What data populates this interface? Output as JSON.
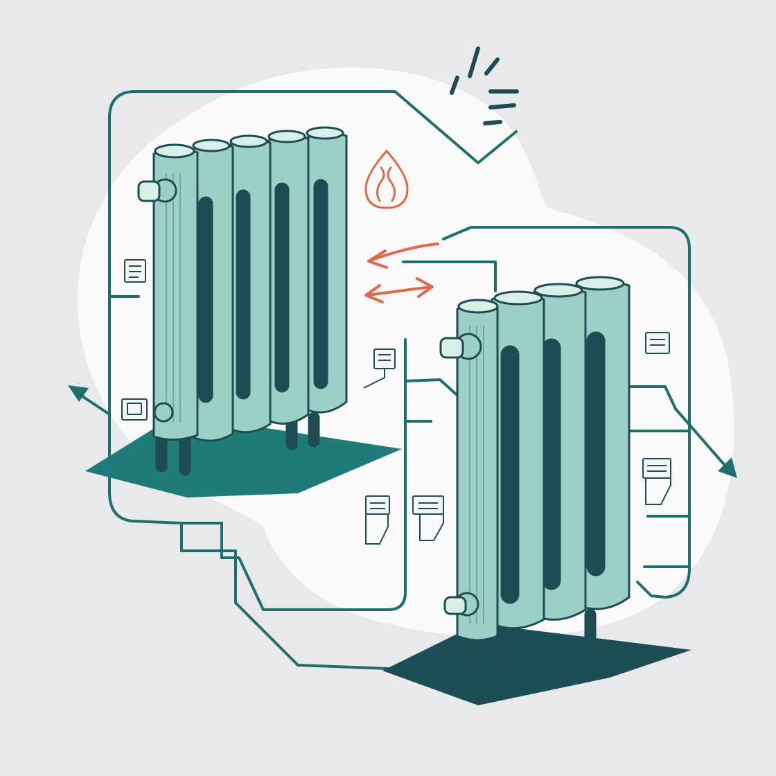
{
  "colors": {
    "background": "#e8e9ea",
    "backdrop_blob": "#fafafa",
    "radiator_fill": "#9ccfc6",
    "radiator_highlight": "#d8efea",
    "radiator_shadow": "#6fa9a0",
    "outline": "#1f4c53",
    "pipe_teal": "#1f6f6c",
    "floor_left": "#1e7b78",
    "floor_right": "#1d4e55",
    "accent_orange": "#e0694a",
    "label_fill": "#f4f6f5"
  },
  "icons": {
    "heat": "flame-drop-icon",
    "flow_left": "arrow-left-icon",
    "flow_both": "double-arrow-icon",
    "out_left": "arrow-out-left-icon",
    "out_right": "arrow-out-right-icon",
    "spark": "spark-lines-icon",
    "controls": "control-box-icon"
  },
  "radiators": [
    {
      "name": "left-radiator",
      "sections": 5
    },
    {
      "name": "right-radiator",
      "sections": 4
    }
  ]
}
